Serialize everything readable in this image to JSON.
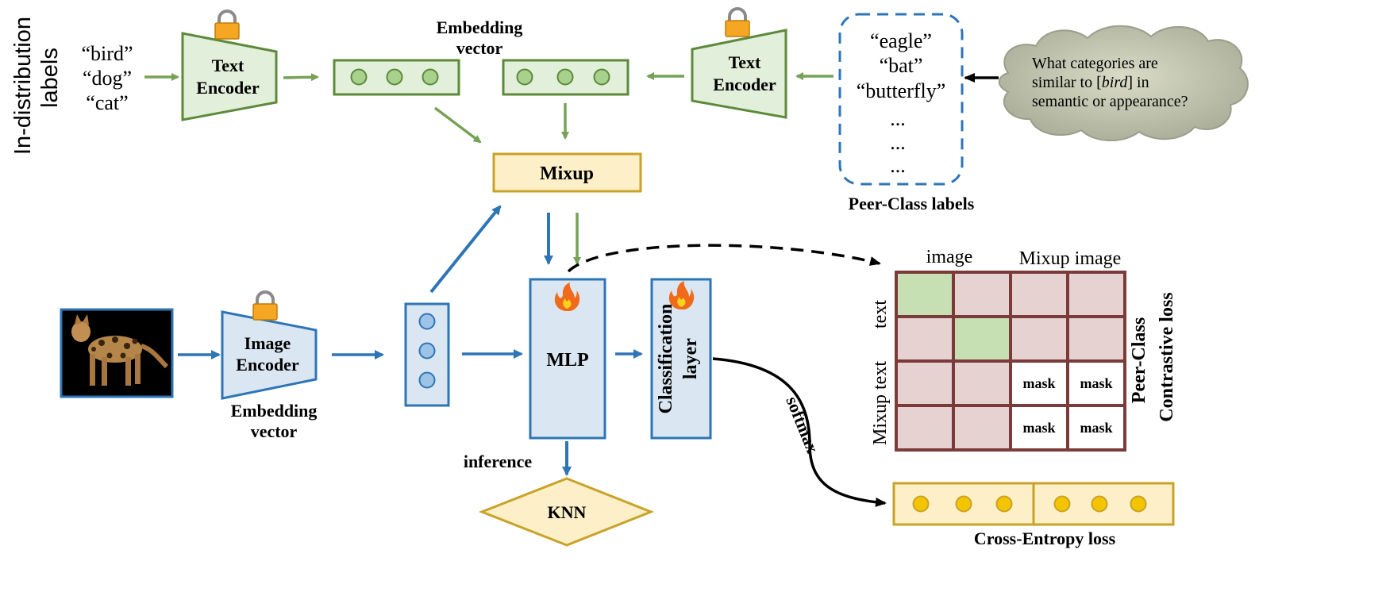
{
  "left_label": [
    "In-distribution",
    "labels"
  ],
  "id_labels": [
    "“bird”",
    "“dog”",
    "“cat”"
  ],
  "text_encoder": [
    "Text",
    "Encoder"
  ],
  "embedding_vector_top": [
    "Embedding",
    "vector"
  ],
  "mixup": "Mixup",
  "peer_labels": [
    "“eagle”",
    "“bat”",
    "“butterfly”",
    "...",
    "...",
    "..."
  ],
  "peer_class_caption": "Peer-Class labels",
  "cloud_text": [
    "What categories  are",
    "similar to [",
    "bird",
    "] in",
    "semantic or appearance?"
  ],
  "image_encoder": [
    "Image",
    "Encoder"
  ],
  "embedding_vector_bottom": [
    "Embedding",
    "vector"
  ],
  "mlp": "MLP",
  "classification_layer": [
    "Classification",
    "layer"
  ],
  "inference": "inference",
  "knn": "KNN",
  "softmax": "softmax",
  "matrix": {
    "col_headers": [
      "image",
      "Mixup image"
    ],
    "row_headers": [
      "text",
      "Mixup text"
    ],
    "mask_label": "mask",
    "cells": [
      [
        "match",
        "neg",
        "neg",
        "neg"
      ],
      [
        "neg",
        "match",
        "neg",
        "neg"
      ],
      [
        "neg",
        "neg",
        "mask",
        "mask"
      ],
      [
        "neg",
        "neg",
        "mask",
        "mask"
      ]
    ]
  },
  "contrastive_loss": [
    "Peer-Class",
    "Contrastive loss"
  ],
  "cross_entropy": "Cross-Entropy loss",
  "colors": {
    "green_fill": "#e2efda",
    "green_stroke": "#5c8a3a",
    "green_arrow": "#76a255",
    "blue_fill": "#dbe6f3",
    "blue_stroke": "#2e75b6",
    "gold_fill": "#fdf0c8",
    "gold_stroke": "#c9a227",
    "matrix_border": "#7b3b3b",
    "matrix_neg": "#e6d2d0",
    "matrix_match": "#c6e0b4",
    "cloud_fill": "#c8cbb8"
  }
}
